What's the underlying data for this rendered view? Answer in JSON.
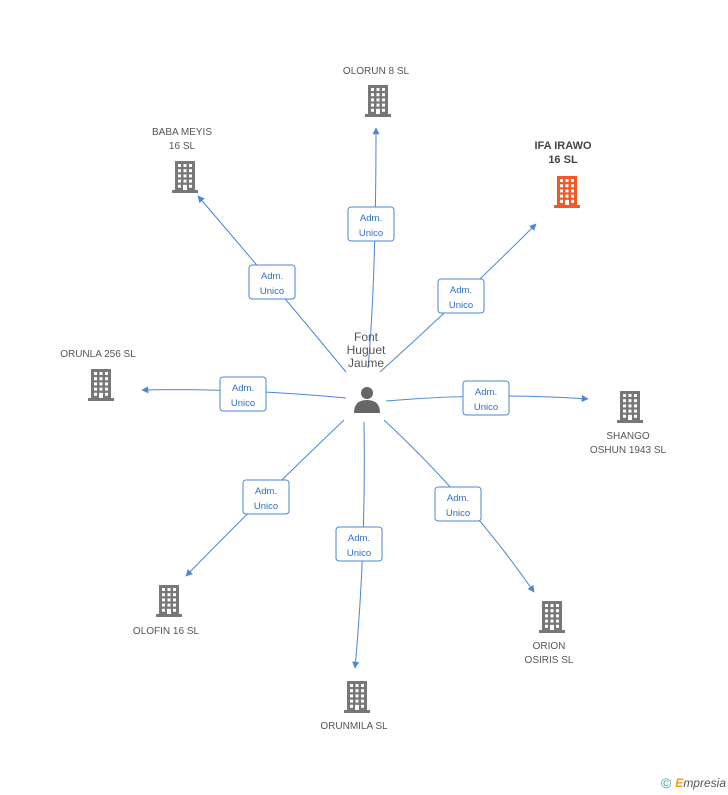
{
  "center": {
    "label_lines": [
      "Font",
      "Huguet",
      "Jaume"
    ],
    "icon": "person-icon"
  },
  "colors": {
    "building": "#777777",
    "building_highlight": "#f05a28",
    "edge": "#4a87d6",
    "edge_text": "#2f6fc4"
  },
  "edge_label_lines": [
    "Adm.",
    "Unico"
  ],
  "companies": [
    {
      "id": "olorun-8-sl",
      "label_lines": [
        "OLORUN 8 SL"
      ],
      "highlight": false
    },
    {
      "id": "baba-meyis-16-sl",
      "label_lines": [
        "BABA MEYIS",
        "16 SL"
      ],
      "highlight": false
    },
    {
      "id": "ifa-irawo-16-sl",
      "label_lines": [
        "IFA IRAWO",
        "16 SL"
      ],
      "highlight": true
    },
    {
      "id": "orunla-256-sl",
      "label_lines": [
        "ORUNLA 256 SL"
      ],
      "highlight": false
    },
    {
      "id": "shango-oshun-1943-sl",
      "label_lines": [
        "SHANGO",
        "OSHUN 1943 SL"
      ],
      "highlight": false
    },
    {
      "id": "olofin-16-sl",
      "label_lines": [
        "OLOFIN 16 SL"
      ],
      "highlight": false
    },
    {
      "id": "orion-osiris-sl",
      "label_lines": [
        "ORION",
        "OSIRIS SL"
      ],
      "highlight": false
    },
    {
      "id": "orunmila-sl",
      "label_lines": [
        "ORUNMILA SL"
      ],
      "highlight": false
    }
  ],
  "footer": {
    "copyright": "©",
    "brand_first": "E",
    "brand_rest": "mpresia"
  }
}
